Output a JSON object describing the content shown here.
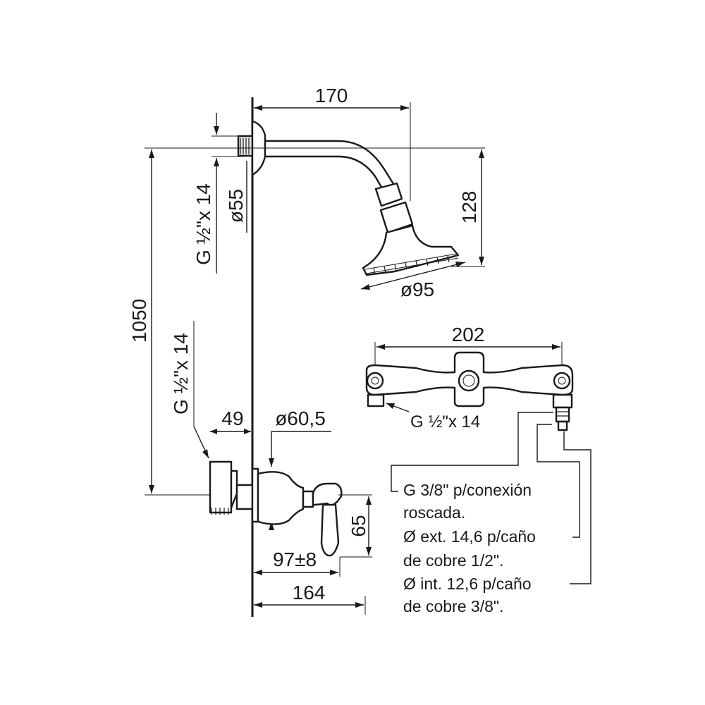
{
  "dimensions": {
    "arm_length": "170",
    "head_drop": "128",
    "head_diameter": "ø95",
    "flange_diameter": "ø55",
    "top_thread": "G ½\"x 14",
    "total_height": "1050",
    "side_thread": "G ½\"x 14",
    "inlet_offset": "49",
    "escutcheon_diameter": "ø60,5",
    "handle_height": "65",
    "projection": "97±8",
    "body_depth": "164",
    "bar_width": "202",
    "bar_thread": "G ½\"x 14"
  },
  "notes": {
    "line1": "G 3/8\" p/conexión",
    "line2": "roscada.",
    "line3": "Ø ext. 14,6 p/caño",
    "line4": "de cobre 1/2\".",
    "line5": "Ø int. 12,6 p/caño",
    "line6": "de cobre 3/8\"."
  }
}
